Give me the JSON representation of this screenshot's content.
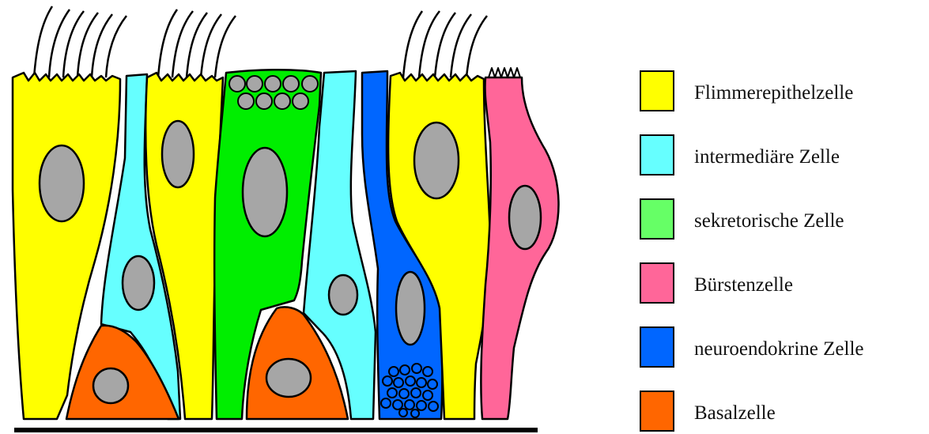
{
  "colors": {
    "flimmerepithelzelle": "#ffff00",
    "intermediaere_zelle": "#66ffff",
    "sekretorische_zelle": "#00ee00",
    "sekretorische_zelle_legend": "#66ff66",
    "buerstenzelle": "#ff6699",
    "neuroendokrine_zelle": "#0066ff",
    "basalzelle": "#ff6600",
    "nucleus": "#a6a6a6",
    "outline": "#000000"
  },
  "legend": {
    "items": [
      {
        "label": "Flimmerepithelzelle",
        "color_key": "flimmerepithelzelle"
      },
      {
        "label": "intermediäre Zelle",
        "color_key": "intermediaere_zelle"
      },
      {
        "label": "sekretorische Zelle",
        "color_key": "sekretorische_zelle_legend"
      },
      {
        "label": "Bürstenzelle",
        "color_key": "buerstenzelle"
      },
      {
        "label": "neuroendokrine Zelle",
        "color_key": "neuroendokrine_zelle"
      },
      {
        "label": "Basalzelle",
        "color_key": "basalzelle"
      }
    ]
  }
}
